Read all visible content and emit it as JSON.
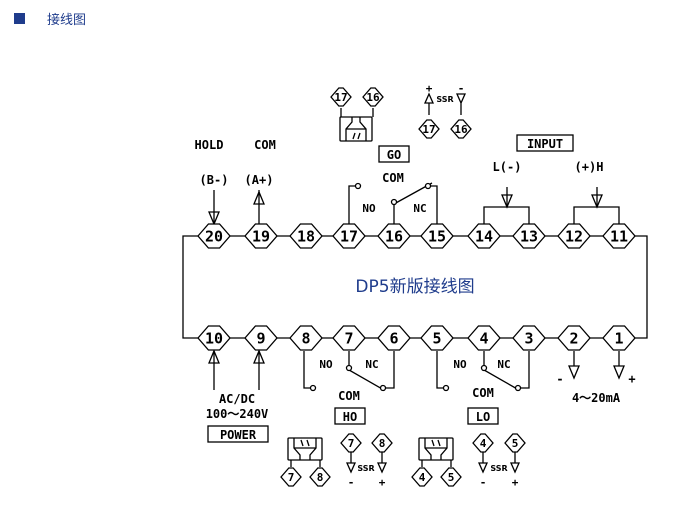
{
  "header": {
    "title": "接线图",
    "icon_color": "#1f3c8c"
  },
  "center_title": "DP5新版接线图",
  "top_terminals": [
    "20",
    "19",
    "18",
    "17",
    "16",
    "15",
    "14",
    "13",
    "12",
    "11"
  ],
  "bottom_terminals": [
    "10",
    "9",
    "8",
    "7",
    "6",
    "5",
    "4",
    "3",
    "2",
    "1"
  ],
  "top": {
    "hold": "HOLD",
    "com": "COM",
    "b_minus": "(B-)",
    "a_plus": "(A+)",
    "no": "NO",
    "com_relay": "COM",
    "nc": "NC",
    "go_box": "GO",
    "input_box": "INPUT",
    "l_minus": "L(-)",
    "plus_h": "(+)H",
    "opto_pins": [
      "17",
      "16"
    ],
    "ssr_pins": [
      "17",
      "16"
    ],
    "ssr_label": "SSR",
    "plus": "+",
    "minus": "-"
  },
  "bottom": {
    "ac_dc": "AC/DC",
    "voltage": "100～240V",
    "power_box": "POWER",
    "no_ho": "NO",
    "nc_ho": "NC",
    "com_ho": "COM",
    "ho_box": "HO",
    "no_lo": "NO",
    "nc_lo": "NC",
    "com_lo": "COM",
    "lo_box": "LO",
    "minus": "-",
    "plus": "+",
    "current": "4～20mA",
    "ho_opto_pins": [
      "7",
      "8"
    ],
    "ho_ssr_pins": [
      "7",
      "8"
    ],
    "lo_opto_pins": [
      "4",
      "5"
    ],
    "lo_ssr_pins": [
      "4",
      "5"
    ],
    "ssr_label": "SSR"
  }
}
